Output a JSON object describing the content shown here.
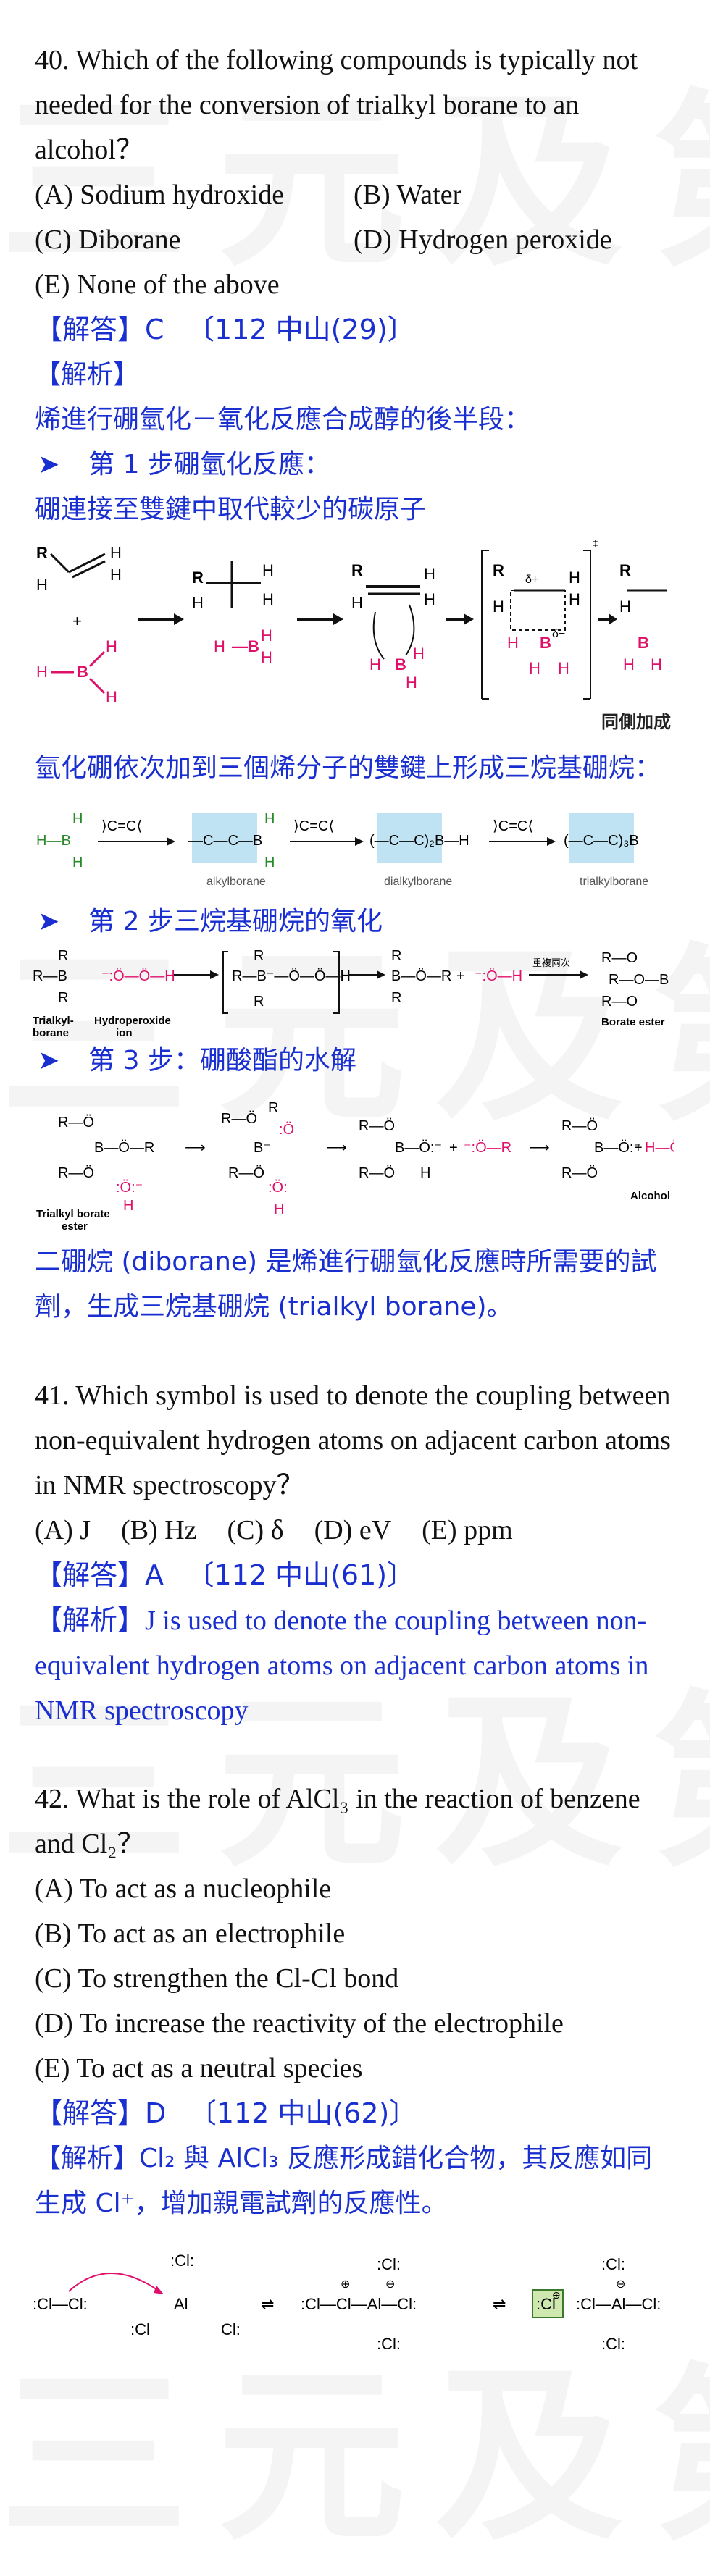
{
  "watermark": "三元及第",
  "q40": {
    "question": "40. Which of the following compounds is typically not needed for the conversion of trialkyl borane to an alcohol？",
    "options": [
      "(A) Sodium hydroxide",
      "(B) Water",
      "(C) Diborane",
      "(D) Hydrogen peroxide",
      "(E) None of the above"
    ],
    "answer_label": "【解答】C",
    "answer_ref": "〔112 中山(29)〕",
    "explain_label": "【解析】",
    "explain_intro": "烯進行硼氫化－氧化反應合成醇的後半段：",
    "step1": "第 1 步硼氫化反應：",
    "step1_desc": "硼連接至雙鍵中取代較少的碳原子",
    "fig1_caption": "同側加成",
    "step1_desc2": "氫化硼依次加到三個烯分子的雙鍵上形成三烷基硼烷：",
    "fig2_labels": [
      "alkylborane",
      "dialkylborane",
      "trialkylborane"
    ],
    "step2": "第 2 步三烷基硼烷的氧化",
    "fig3_labels": {
      "trialkyl": "Trialkyl-",
      "borane": "borane",
      "hydro": "Hydroperoxide",
      "ion": "ion",
      "ester": "Borate ester",
      "repeat": "重複兩次"
    },
    "step3": "第 3 步：硼酸酯的水解",
    "fig4_labels": {
      "tb1": "Trialkyl borate",
      "tb2": "ester",
      "alcohol": "Alcohol"
    },
    "conclusion": "二硼烷 (diborane) 是烯進行硼氫化反應時所需要的試劑，生成三烷基硼烷 (trialkyl borane)。"
  },
  "q41": {
    "question": "41. Which symbol is used to denote the coupling between non-equivalent hydrogen atoms on adjacent carbon atoms in NMR spectroscopy？",
    "options": [
      "(A) J",
      "(B) Hz",
      "(C) δ",
      "(D) eV",
      "(E) ppm"
    ],
    "answer_label": "【解答】A",
    "answer_ref": "〔112 中山(61)〕",
    "explain": "【解析】J is used to denote the coupling between non-equivalent hydrogen atoms on adjacent carbon atoms in NMR spectroscopy"
  },
  "q42": {
    "question": "42. What is the role of AlCl₃ in the reaction of benzene and Cl₂？",
    "options": [
      "(A) To act as a nucleophile",
      "(B) To act as an electrophile",
      "(C) To strengthen the Cl-Cl bond",
      "(D) To increase the reactivity of the electrophile",
      "(E) To act as a neutral species"
    ],
    "answer_label": "【解答】D",
    "answer_ref": "〔112 中山(62)〕",
    "explain": "【解析】Cl₂ 與 AlCl₃ 反應形成錯化合物，其反應如同生成 Cl⁺，增加親電試劑的反應性。"
  },
  "colors": {
    "blue": "#1a2fd0",
    "magenta": "#e0106a",
    "green": "#2a8a2a",
    "highlight": "#bfe3f2"
  }
}
